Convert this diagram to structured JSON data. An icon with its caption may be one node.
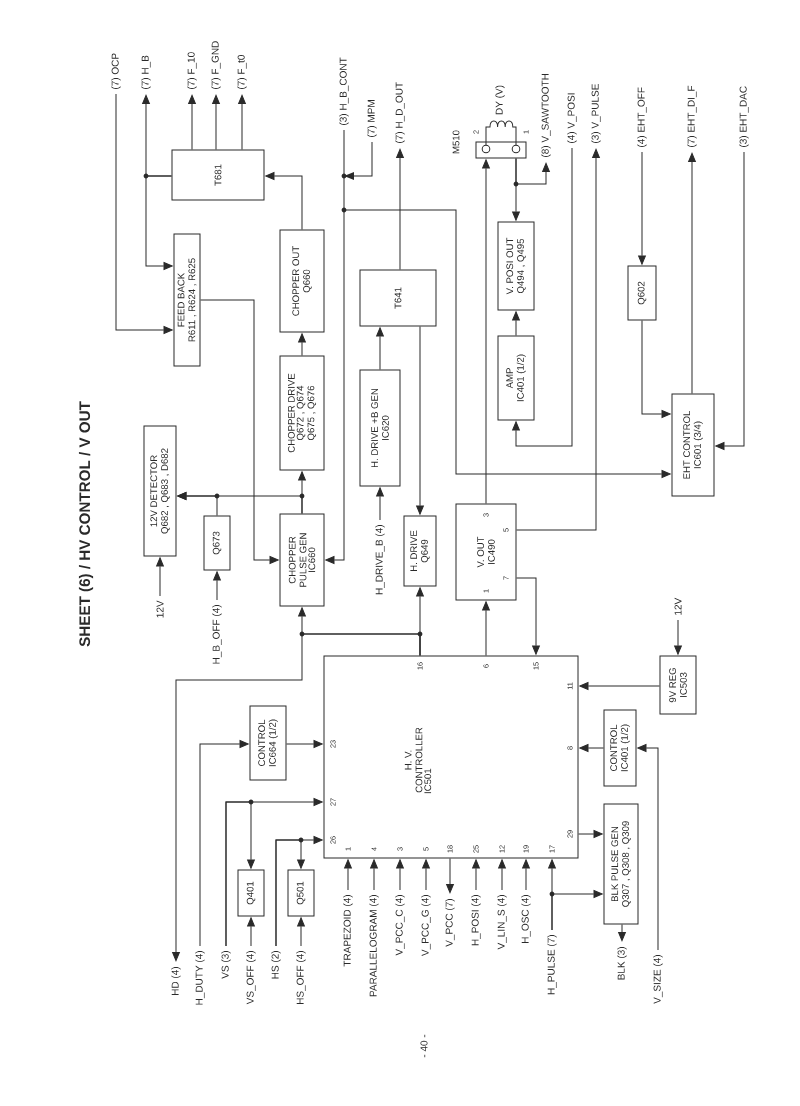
{
  "diagram": {
    "title": "SHEET (6) / HV CONTROL / V OUT",
    "nodes": [
      {
        "text": [
          "(7) OCP"
        ]
      },
      {
        "text": [
          "(7) H_B"
        ]
      },
      {
        "text": [
          "(7) F_10"
        ]
      },
      {
        "text": [
          "(7) F_GND"
        ]
      },
      {
        "text": [
          "(7) F_t0"
        ]
      },
      {
        "text": [
          "(3) H_B_CONT"
        ]
      },
      {
        "text": [
          "(7) MPM"
        ]
      },
      {
        "text": [
          "(7) H_D_OUT"
        ]
      },
      {
        "text": [
          "(8) V_SAWTOOTH"
        ]
      },
      {
        "text": [
          "(4) V_POSI"
        ]
      },
      {
        "text": [
          "(3) V_PULSE"
        ]
      },
      {
        "text": [
          "(4) EHT_OFF"
        ]
      },
      {
        "text": [
          "(7) EHT_DI_F"
        ]
      },
      {
        "text": [
          "(3) EHT_DAC"
        ]
      },
      {
        "text": [
          "T681"
        ]
      },
      {
        "text": [
          "FEED BACK",
          "R611 , R624 , R625"
        ]
      },
      {
        "text": [
          "CHOPPER OUT",
          "Q660"
        ]
      },
      {
        "text": [
          "T641"
        ]
      },
      {
        "text": [
          "M510"
        ],
        "beside": [
          "DY (V)"
        ]
      },
      {
        "text": [
          "V. POSI OUT",
          "Q494 , Q495"
        ]
      },
      {
        "text": [
          "Q602"
        ]
      },
      {
        "text": [
          "CHOPPER DRIVE",
          "Q672 , Q674 Q675 , Q676"
        ]
      },
      {
        "text": [
          "AMP",
          "IC401 (1/2)"
        ]
      },
      {
        "text": [
          "EHT CONTROL",
          "IC601 (3/4)"
        ]
      },
      {
        "text": [
          "H. DRIVE +B GEN",
          "IC620"
        ]
      },
      {
        "text": [
          "12V DETECTOR",
          "Q682 , Q683 , D682"
        ]
      },
      {
        "text": [
          "Q673"
        ]
      },
      {
        "text": [
          "CHOPPER PULSE GEN",
          "IC660"
        ]
      },
      {
        "text": [
          "H. DRIVE",
          "Q649"
        ]
      },
      {
        "text": [
          "V. OUT",
          "IC490"
        ]
      },
      {
        "text": [
          "12V"
        ]
      },
      {
        "text": [
          "H_B_OFF (4)"
        ]
      },
      {
        "text": [
          "H_DRIVE_B (4)"
        ]
      },
      {
        "text": [
          "12V"
        ]
      },
      {
        "text": [
          "9V REG",
          "IC503"
        ]
      },
      {
        "text": [
          "CONTROL",
          "IC664 (1/2)"
        ]
      },
      {
        "text": [
          "H. V. CONTROLLER",
          "IC501"
        ]
      },
      {
        "text": [
          "CONTROL",
          "IC401 (1/2)"
        ]
      },
      {
        "text": [
          "Q401"
        ]
      },
      {
        "text": [
          "Q501"
        ]
      },
      {
        "text": [
          "BLK PULSE GEN",
          "Q307 , Q308 , Q309"
        ]
      },
      {
        "text": [
          "HD (4)"
        ]
      },
      {
        "text": [
          "H_DUTY (4)"
        ]
      },
      {
        "text": [
          "VS (3)"
        ]
      },
      {
        "text": [
          "VS_OFF (4)"
        ]
      },
      {
        "text": [
          "HS (2)"
        ]
      },
      {
        "text": [
          "HS_OFF (4)"
        ]
      },
      {
        "text": [
          "TRAPEZOID (4)"
        ]
      },
      {
        "text": [
          "PARALLELOGRAM (4)"
        ]
      },
      {
        "text": [
          "V_PCC_C (4)"
        ]
      },
      {
        "text": [
          "V_PCC_G (4)"
        ]
      },
      {
        "text": [
          "V_PCC (7)"
        ]
      },
      {
        "text": [
          "H_POSI (4)"
        ]
      },
      {
        "text": [
          "V_LIN_S (4)"
        ]
      },
      {
        "text": [
          "H_OSC (4)"
        ]
      },
      {
        "text": [
          "H_PULSE (7)"
        ]
      },
      {
        "text": [
          "BLK (3)"
        ]
      },
      {
        "text": [
          "V_SIZE (4)"
        ]
      }
    ],
    "edges": [
      {
        "from": 0,
        "to": 15,
        "arrow": "to"
      },
      {
        "from": 14,
        "to": 1,
        "arrow": "to"
      },
      {
        "from": 14,
        "to": 15,
        "arrow": "to"
      },
      {
        "from": 14,
        "to": 2,
        "arrow": "to"
      },
      {
        "from": 14,
        "to": 3,
        "arrow": "to"
      },
      {
        "from": 14,
        "to": 4,
        "arrow": "to"
      },
      {
        "from": 16,
        "to": 14,
        "arrow": "to"
      },
      {
        "from": 21,
        "to": 16,
        "arrow": "to"
      },
      {
        "from": 15,
        "to": 27,
        "arrow": "to"
      },
      {
        "from": 27,
        "to": 21,
        "arrow": "to"
      },
      {
        "from": 27,
        "to": 25,
        "arrow": "to"
      },
      {
        "from": 26,
        "to": 25,
        "arrow": "to"
      },
      {
        "from": 30,
        "to": 25,
        "arrow": "to"
      },
      {
        "from": 31,
        "to": 26,
        "arrow": "to"
      },
      {
        "from": 32,
        "to": 24,
        "arrow": "to"
      },
      {
        "from": 24,
        "to": 17,
        "arrow": "to"
      },
      {
        "from": 17,
        "to": 28,
        "arrow": "to"
      },
      {
        "from": 17,
        "to": 7,
        "arrow": "to"
      },
      {
        "from": 5,
        "to": 27,
        "arrow": "to"
      },
      {
        "from": 5,
        "to": 23,
        "arrow": "to"
      },
      {
        "from": 6,
        "to": 27,
        "arrow": "to"
      },
      {
        "from": 6,
        "to": 23,
        "arrow": "to"
      },
      {
        "from": 29,
        "to": 18,
        "arrow": "to"
      },
      {
        "from": 18,
        "to": 19,
        "arrow": "to"
      },
      {
        "from": 18,
        "to": 8,
        "arrow": "to"
      },
      {
        "from": 22,
        "to": 19,
        "arrow": "to"
      },
      {
        "from": 9,
        "to": 22,
        "arrow": "to"
      },
      {
        "from": 29,
        "to": 10,
        "arrow": "to"
      },
      {
        "from": 11,
        "to": 20,
        "arrow": "to"
      },
      {
        "from": 20,
        "to": 23,
        "arrow": "to"
      },
      {
        "from": 23,
        "to": 12,
        "arrow": "to"
      },
      {
        "from": 13,
        "to": 23,
        "arrow": "to"
      },
      {
        "from": 36,
        "to": 28,
        "arrow": "to"
      },
      {
        "from": 36,
        "to": 27,
        "arrow": "to"
      },
      {
        "from": 36,
        "to": 41,
        "arrow": "to"
      },
      {
        "from": 36,
        "to": 29,
        "arrow": "to"
      },
      {
        "from": 29,
        "to": 36,
        "arrow": "to"
      },
      {
        "from": 34,
        "to": 36,
        "arrow": "to"
      },
      {
        "from": 33,
        "to": 34,
        "arrow": "to"
      },
      {
        "from": 37,
        "to": 36,
        "arrow": "to"
      },
      {
        "from": 57,
        "to": 37,
        "arrow": "to"
      },
      {
        "from": 36,
        "to": 40,
        "arrow": "to"
      },
      {
        "from": 55,
        "to": 36,
        "arrow": "to"
      },
      {
        "from": 55,
        "to": 40,
        "arrow": "to"
      },
      {
        "from": 40,
        "to": 56,
        "arrow": "to"
      },
      {
        "from": 35,
        "to": 36,
        "arrow": "to"
      },
      {
        "from": 42,
        "to": 35,
        "arrow": "to"
      },
      {
        "from": 43,
        "to": 36,
        "arrow": "to"
      },
      {
        "from": 43,
        "to": 38,
        "arrow": "to"
      },
      {
        "from": 44,
        "to": 38,
        "arrow": "to"
      },
      {
        "from": 45,
        "to": 36,
        "arrow": "to"
      },
      {
        "from": 45,
        "to": 39,
        "arrow": "to"
      },
      {
        "from": 46,
        "to": 39,
        "arrow": "to"
      },
      {
        "from": 47,
        "to": 36,
        "arrow": "to"
      },
      {
        "from": 48,
        "to": 36,
        "arrow": "to"
      },
      {
        "from": 49,
        "to": 36,
        "arrow": "to"
      },
      {
        "from": 50,
        "to": 36,
        "arrow": "to"
      },
      {
        "from": 36,
        "to": 51,
        "arrow": "to"
      },
      {
        "from": 52,
        "to": 36,
        "arrow": "to"
      },
      {
        "from": 53,
        "to": 36,
        "arrow": "to"
      },
      {
        "from": 54,
        "to": 36,
        "arrow": "to"
      }
    ],
    "labels": [
      "2",
      "1",
      "3",
      "5",
      "7",
      "1",
      "16",
      "6",
      "15",
      "23",
      "27",
      "26",
      "11",
      "8",
      "29",
      "1",
      "4",
      "3",
      "5",
      "18",
      "25",
      "12",
      "19",
      "17",
      "- 40 -"
    ]
  }
}
